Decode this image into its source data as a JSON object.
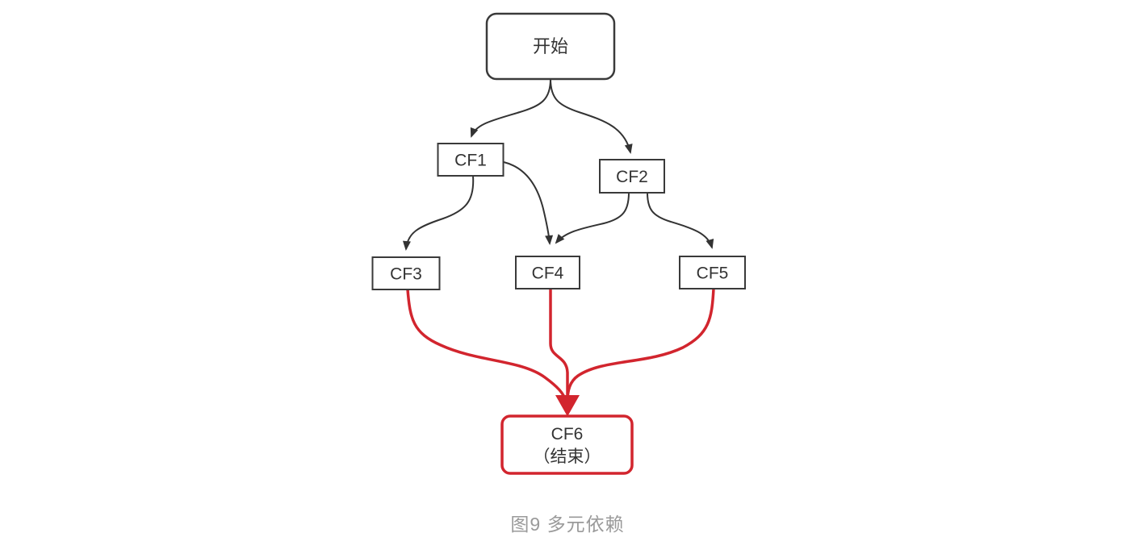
{
  "figure": {
    "caption": "图9 多元依赖"
  },
  "diagram": {
    "nodes": [
      {
        "id": "start",
        "lines": [
          "开始"
        ],
        "shape": "rounded",
        "style": "normal"
      },
      {
        "id": "cf1",
        "lines": [
          "CF1"
        ],
        "shape": "rect",
        "style": "normal"
      },
      {
        "id": "cf2",
        "lines": [
          "CF2"
        ],
        "shape": "rect",
        "style": "normal"
      },
      {
        "id": "cf3",
        "lines": [
          "CF3"
        ],
        "shape": "rect",
        "style": "normal"
      },
      {
        "id": "cf4",
        "lines": [
          "CF4"
        ],
        "shape": "rect",
        "style": "normal"
      },
      {
        "id": "cf5",
        "lines": [
          "CF5"
        ],
        "shape": "rect",
        "style": "normal"
      },
      {
        "id": "cf6",
        "lines": [
          "CF6",
          "（结束）"
        ],
        "shape": "rounded",
        "style": "highlight"
      }
    ],
    "edges": [
      {
        "from": "start",
        "to": "cf1",
        "color": "black"
      },
      {
        "from": "start",
        "to": "cf2",
        "color": "black"
      },
      {
        "from": "cf1",
        "to": "cf3",
        "color": "black"
      },
      {
        "from": "cf1",
        "to": "cf4",
        "color": "black"
      },
      {
        "from": "cf2",
        "to": "cf4",
        "color": "black"
      },
      {
        "from": "cf2",
        "to": "cf5",
        "color": "black"
      },
      {
        "from": "cf3",
        "to": "cf6",
        "color": "red"
      },
      {
        "from": "cf4",
        "to": "cf6",
        "color": "red"
      },
      {
        "from": "cf5",
        "to": "cf6",
        "color": "red"
      }
    ],
    "colors": {
      "node_border": "#3a3a3a",
      "edge_black": "#333333",
      "edge_red": "#d2252e",
      "text": "#333333",
      "caption": "#9a9a9a",
      "background": "#ffffff"
    }
  }
}
